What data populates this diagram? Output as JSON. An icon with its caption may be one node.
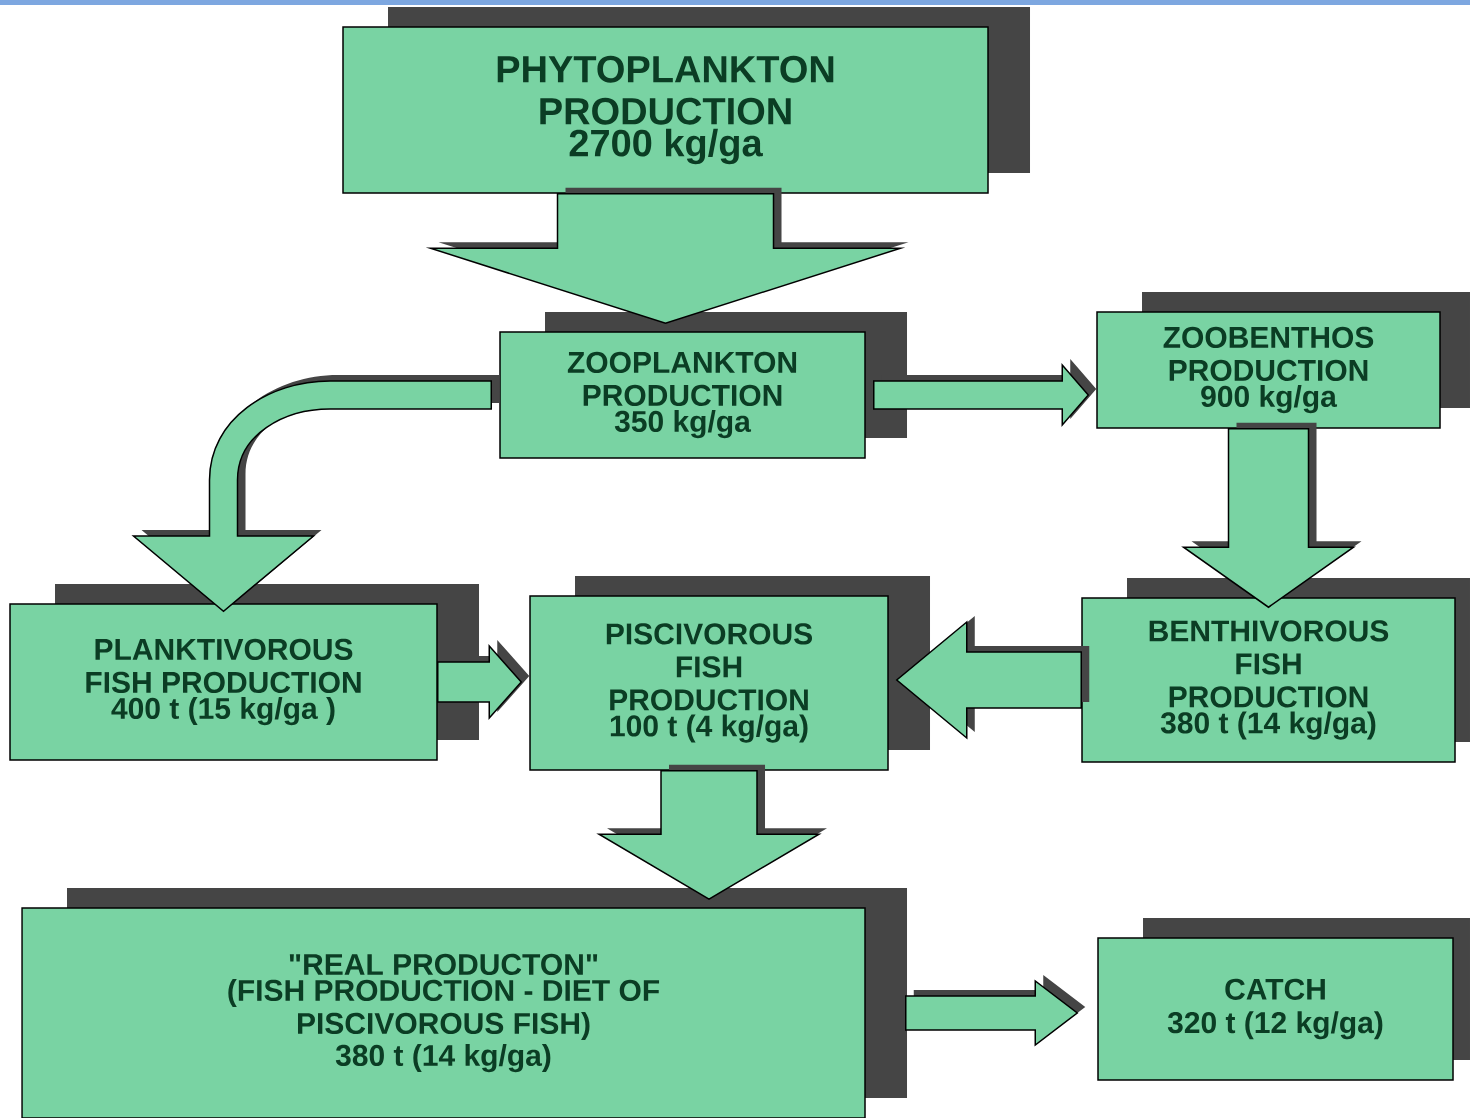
{
  "diagram": {
    "nodes": [
      {
        "text": [
          "PHYTOPLANKTON PRODUCTION",
          "2700 kg/ga"
        ]
      },
      {
        "text": [
          "ZOOPLANKTON PRODUCTION",
          "350 kg/ga"
        ]
      },
      {
        "text": [
          "ZOOBENTHOS PRODUCTION",
          "900 kg/ga"
        ]
      },
      {
        "text": [
          "PLANKTIVOROUS FISH PRODUCTION",
          "400 t (15 kg/ga )"
        ]
      },
      {
        "text": [
          "PISCIVOROUS FISH PRODUCTION",
          "100 t (4 kg/ga)"
        ]
      },
      {
        "text": [
          "BENTHIVOROUS FISH PRODUCTION",
          "380 t (14 kg/ga)"
        ]
      },
      {
        "text": [
          "\"REAL PRODUCTON\"",
          "(FISH PRODUCTION - DIET OF PISCIVOROUS FISH)",
          "380 t (14 kg/ga)"
        ]
      },
      {
        "text": [
          "CATCH",
          "320 t (12 kg/ga)"
        ]
      }
    ],
    "edges": [
      {
        "from": 0,
        "to": 1,
        "arrow": "to"
      },
      {
        "from": 1,
        "to": 2,
        "arrow": "to"
      },
      {
        "from": 1,
        "to": 3,
        "arrow": "to"
      },
      {
        "from": 2,
        "to": 5,
        "arrow": "to"
      },
      {
        "from": 3,
        "to": 4,
        "arrow": "to"
      },
      {
        "from": 5,
        "to": 4,
        "arrow": "to"
      },
      {
        "from": 4,
        "to": 6,
        "arrow": "to"
      },
      {
        "from": 6,
        "to": 7,
        "arrow": "to"
      }
    ]
  }
}
